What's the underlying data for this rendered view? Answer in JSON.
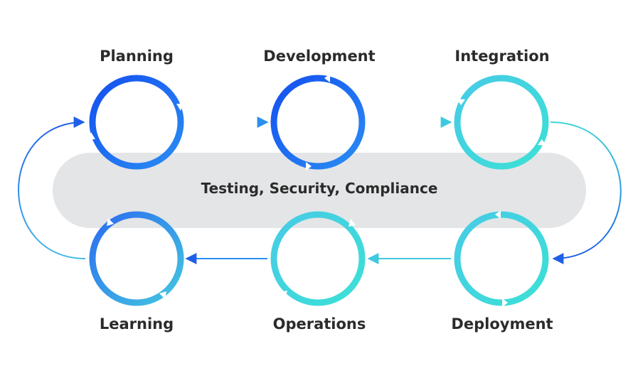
{
  "diagram": {
    "band_label": "Testing, Security, Compliance",
    "stages": [
      {
        "id": "planning",
        "label": "Planning"
      },
      {
        "id": "development",
        "label": "Development"
      },
      {
        "id": "integration",
        "label": "Integration"
      },
      {
        "id": "deployment",
        "label": "Deployment"
      },
      {
        "id": "operations",
        "label": "Operations"
      },
      {
        "id": "learning",
        "label": "Learning"
      }
    ],
    "colors": {
      "blue": "#1f5fe8",
      "cyan": "#3fd6d6",
      "band": "#e4e5e7",
      "text": "#2b2b2b"
    }
  }
}
